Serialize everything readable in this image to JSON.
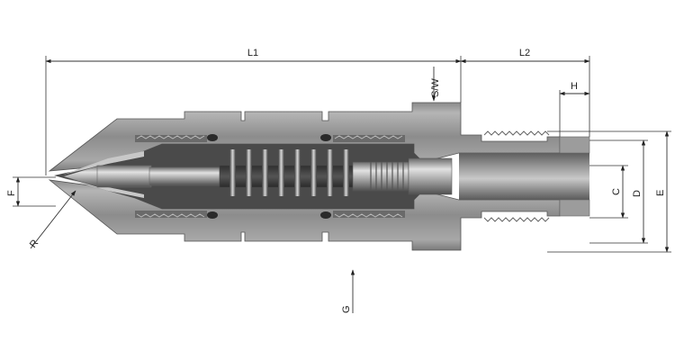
{
  "drawing": {
    "dimensions": {
      "l1": "L1",
      "l2": "L2",
      "sw": "S/W",
      "h": "H",
      "c": "C",
      "d": "D",
      "e": "E",
      "f": "F",
      "r": "R",
      "g": "G"
    }
  }
}
